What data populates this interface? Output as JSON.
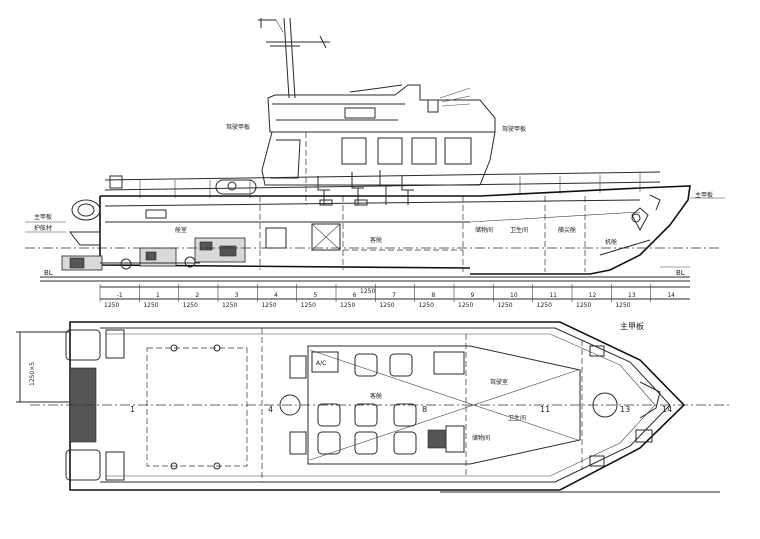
{
  "labels": {
    "upper_deck_left": "驾驶甲板",
    "upper_deck_right": "驾驶甲板",
    "main_deck_left": "主甲板",
    "main_deck_right": "主甲板",
    "bl_left": "BL",
    "bl_right": "BL",
    "main_deck_plan": "主甲板",
    "fender": "护舷材",
    "room_a": "舱室",
    "room_b": "客舱",
    "room_c": "驾驶室",
    "room_d": "储物间",
    "room_e": "机舱",
    "room_f": "客舱",
    "room_g": "卫生间",
    "room_h": "艏尖舱",
    "ac": "A/C",
    "dim_frame": "1250",
    "dim_beam": "1250×5",
    "plan_1": "1",
    "plan_4": "4",
    "plan_8": "8",
    "plan_11": "11",
    "plan_13": "13",
    "plan_14": "14"
  },
  "frame_numbers": [
    "-1",
    "1",
    "2",
    "3",
    "4",
    "5",
    "6",
    "7",
    "8",
    "9",
    "10",
    "11",
    "12",
    "13",
    "14"
  ],
  "frame_spacing_labels": [
    "1250",
    "1250",
    "1250",
    "1250",
    "1250",
    "1250",
    "1250",
    "1250",
    "1250",
    "1250",
    "1250",
    "1250",
    "1250",
    "1250"
  ]
}
